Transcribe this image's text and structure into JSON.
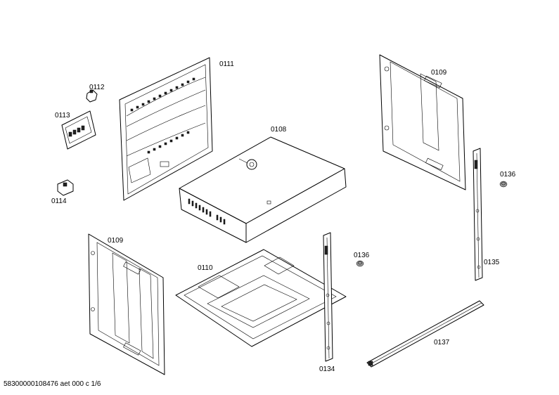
{
  "labels": {
    "p0111": "0111",
    "p0112": "0112",
    "p0113": "0113",
    "p0114": "0114",
    "p0108": "0108",
    "p0109_top": "0109",
    "p0109_left": "0109",
    "p0110": "0110",
    "p0136_a": "0136",
    "p0136_b": "0136",
    "p0135": "0135",
    "p0134": "0134",
    "p0137": "0137"
  },
  "footer": "58300000108476 aet 000 c 1/6"
}
